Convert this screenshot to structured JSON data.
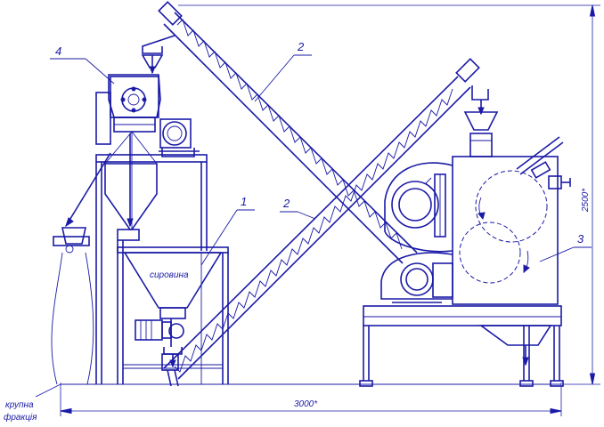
{
  "labels": {
    "callout_1": "1",
    "callout_2a": "2",
    "callout_2b": "2",
    "callout_3": "3",
    "callout_4": "4",
    "hopper_text": "сировина",
    "coarse_line1": "крупна",
    "coarse_line2": "фракція",
    "dim_width": "3000*",
    "dim_height": "2500*"
  },
  "colors": {
    "line": "#1a1aa6",
    "background": "#ffffff"
  }
}
